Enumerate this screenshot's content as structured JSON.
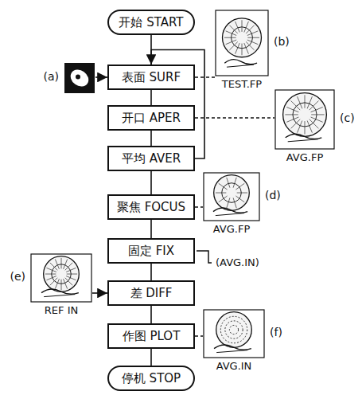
{
  "diagram": {
    "nodes": [
      {
        "text": [
          "开始 START"
        ]
      },
      {
        "text": [
          "表面 SURF"
        ]
      },
      {
        "text": [
          "开口 APER"
        ]
      },
      {
        "text": [
          "平均 AVER"
        ]
      },
      {
        "text": [
          "聚焦 FOCUS"
        ]
      },
      {
        "text": [
          "固定 FIX"
        ]
      },
      {
        "text": [
          "差 DIFF"
        ]
      },
      {
        "text": [
          "作图 PLOT"
        ]
      },
      {
        "text": [
          "停机 STOP"
        ]
      },
      {
        "text": [
          "(a)"
        ]
      },
      {
        "text": [
          "(b)",
          "TEST.FP"
        ]
      },
      {
        "text": [
          "(c)",
          "AVG.FP"
        ]
      },
      {
        "text": [
          "(d)",
          "AVG.FP"
        ]
      },
      {
        "text": [
          "(e)",
          "REF IN"
        ]
      },
      {
        "text": [
          "(f)",
          "AVG.IN"
        ]
      }
    ],
    "edges": [
      {
        "from": 0,
        "to": 1,
        "arrow": "none"
      },
      {
        "from": 1,
        "to": 2,
        "arrow": "none"
      },
      {
        "from": 2,
        "to": 3,
        "arrow": "none"
      },
      {
        "from": 3,
        "to": 1,
        "arrow": "to"
      },
      {
        "from": 3,
        "to": 4,
        "arrow": "none"
      },
      {
        "from": 4,
        "to": 5,
        "arrow": "none"
      },
      {
        "from": 5,
        "to": 6,
        "arrow": "none"
      },
      {
        "from": 6,
        "to": 7,
        "arrow": "none"
      },
      {
        "from": 7,
        "to": 8,
        "arrow": "none"
      },
      {
        "from": 9,
        "to": 1,
        "arrow": "to"
      },
      {
        "from": 1,
        "to": 10,
        "arrow": "none"
      },
      {
        "from": 2,
        "to": 11,
        "arrow": "none"
      },
      {
        "from": 4,
        "to": 12,
        "arrow": "none"
      },
      {
        "from": 13,
        "to": 6,
        "arrow": "to"
      },
      {
        "from": 7,
        "to": 14,
        "arrow": "none"
      }
    ],
    "labels": [
      "(AVG.IN)"
    ]
  }
}
